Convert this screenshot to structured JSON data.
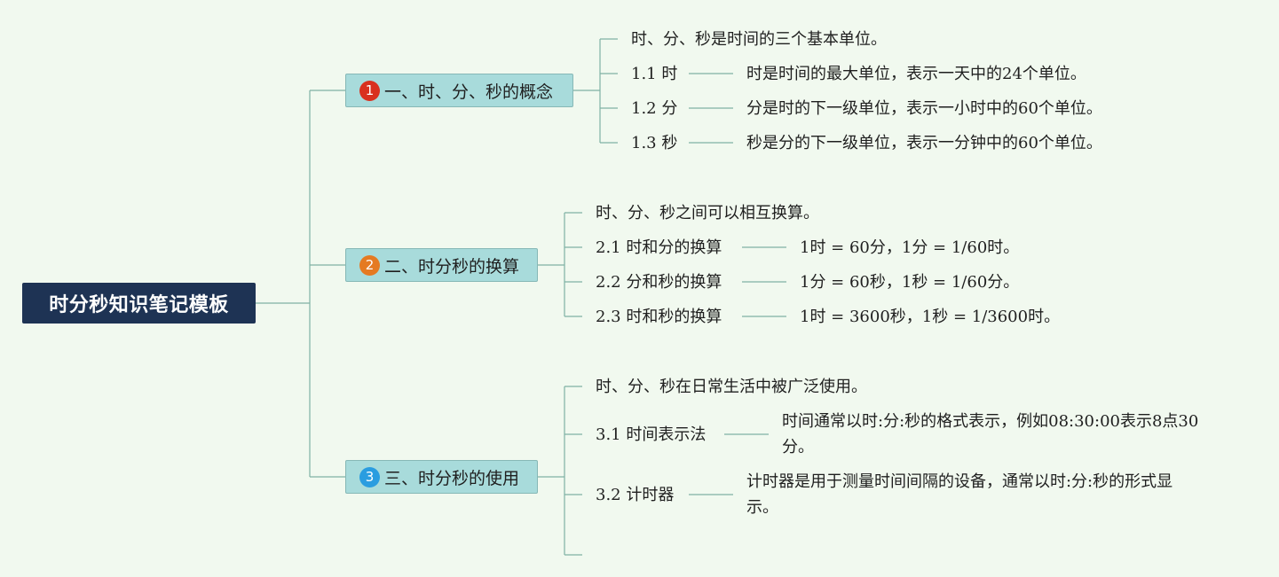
{
  "root": {
    "label": "时分秒知识笔记模板"
  },
  "colors": {
    "root_bg": "#1e3354",
    "branch_bg": "#a8dbdb",
    "line": "#7fb2a4",
    "marker_1": "#d9301e",
    "marker_2": "#e57a22",
    "marker_3": "#2a9de0"
  },
  "branches": [
    {
      "marker": "1",
      "label": "一、时、分、秒的概念",
      "intro": "时、分、秒是时间的三个基本单位。",
      "children": [
        {
          "label": "1.1 时",
          "detail": "时是时间的最大单位，表示一天中的24个单位。"
        },
        {
          "label": "1.2 分",
          "detail": "分是时的下一级单位，表示一小时中的60个单位。"
        },
        {
          "label": "1.3 秒",
          "detail": "秒是分的下一级单位，表示一分钟中的60个单位。"
        }
      ]
    },
    {
      "marker": "2",
      "label": "二、时分秒的换算",
      "intro": "时、分、秒之间可以相互换算。",
      "children": [
        {
          "label": "2.1 时和分的换算",
          "detail": "1时 = 60分，1分 = 1/60时。"
        },
        {
          "label": "2.2 分和秒的换算",
          "detail": "1分 = 60秒，1秒 = 1/60分。"
        },
        {
          "label": "2.3 时和秒的换算",
          "detail": "1时 = 3600秒，1秒 = 1/3600时。"
        }
      ]
    },
    {
      "marker": "3",
      "label": "三、时分秒的使用",
      "intro": "时、分、秒在日常生活中被广泛使用。",
      "children": [
        {
          "label": "3.1 时间表示法",
          "detail": "时间通常以时:分:秒的格式表示，例如08:30:00表示8点30分。"
        },
        {
          "label": "3.2 计时器",
          "detail": "计时器是用于测量时间间隔的设备，通常以时:分:秒的形式显示。"
        }
      ]
    }
  ]
}
